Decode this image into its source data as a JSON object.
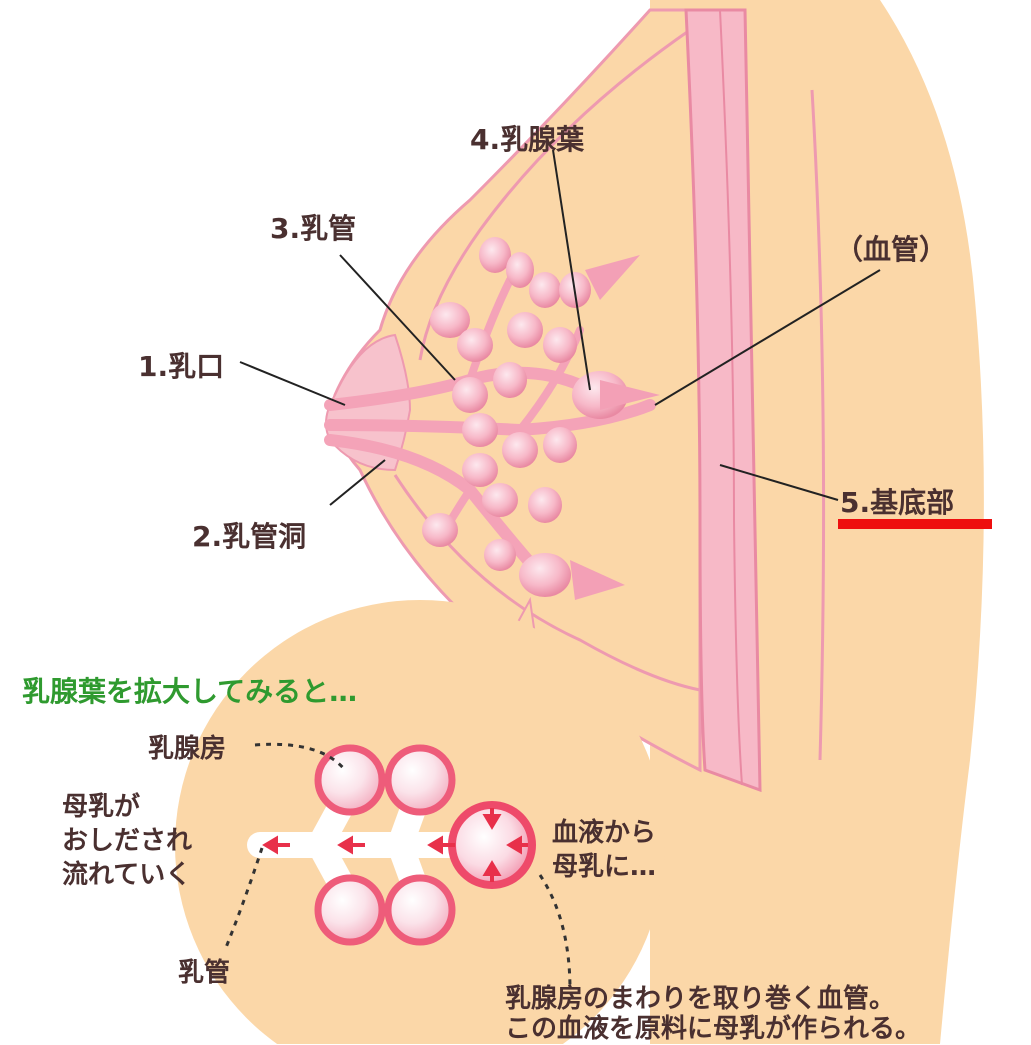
{
  "labels": {
    "nipple": "1.乳口",
    "lactiferous_sinus": "2.乳管洞",
    "lactiferous_duct": "3.乳管",
    "mammary_lobe": "4.乳腺葉",
    "base": "5.基底部",
    "blood_vessel": "（血管）"
  },
  "zoom": {
    "heading": "乳腺葉を拡大してみると…",
    "alveolus": "乳腺房",
    "milk_flow": "母乳が\nおしだされ\n流れていく",
    "duct": "乳管",
    "blood_to_milk": "血液から\n母乳に…",
    "caption_line1": "乳腺房のまわりを取り巻く血管。",
    "caption_line2": "この血液を原料に母乳が作られる。"
  },
  "colors": {
    "skin": "#fbd7a8",
    "outline": "#ee9ab0",
    "gland": "#f4a3b8",
    "highlight": "#e8304a",
    "marker": "#ee0f0f",
    "heading_green": "#2f9a2f"
  }
}
